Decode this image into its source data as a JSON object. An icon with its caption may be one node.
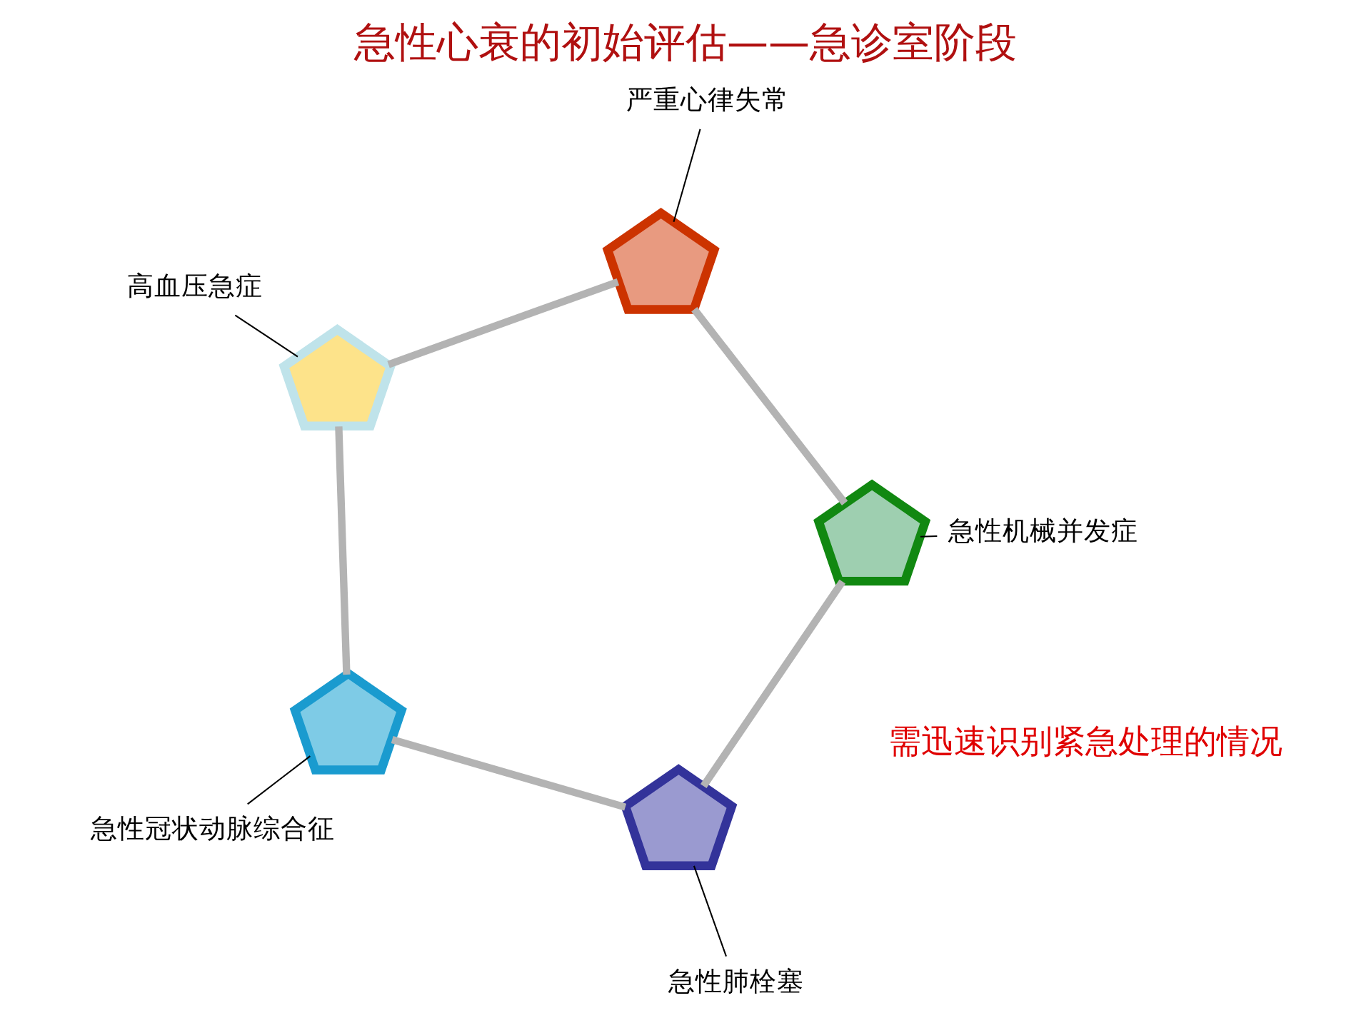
{
  "diagram": {
    "title": "急性心衰的初始评估——急诊室阶段",
    "nodes": [
      {
        "text": [],
        "shape": "pentagon"
      },
      {
        "text": [],
        "shape": "pentagon"
      },
      {
        "text": [],
        "shape": "pentagon"
      },
      {
        "text": [],
        "shape": "pentagon"
      },
      {
        "text": [],
        "shape": "pentagon"
      },
      {
        "text": [
          "急性冠状动脉综合征"
        ]
      },
      {
        "text": [
          "高血压急症"
        ]
      },
      {
        "text": [
          "急性肺栓塞"
        ]
      },
      {
        "text": [
          "严重心律失常"
        ]
      },
      {
        "text": [
          "急性机械并发症"
        ]
      }
    ],
    "edges": [
      {
        "from": 0,
        "to": 2,
        "arrow": "none",
        "style": "thick",
        "color": "#b3b3b3"
      },
      {
        "from": 2,
        "to": 4,
        "arrow": "none",
        "style": "thick",
        "color": "#b3b3b3"
      },
      {
        "from": 4,
        "to": 3,
        "arrow": "none",
        "style": "thick",
        "color": "#b3b3b3"
      },
      {
        "from": 3,
        "to": 1,
        "arrow": "none",
        "style": "thick",
        "color": "#b3b3b3"
      },
      {
        "from": 1,
        "to": 0,
        "arrow": "none",
        "style": "thick",
        "color": "#b3b3b3"
      },
      {
        "from": 5,
        "to": 0,
        "arrow": "none",
        "color": "#000000"
      },
      {
        "from": 6,
        "to": 1,
        "arrow": "none",
        "color": "#000000"
      },
      {
        "from": 7,
        "to": 2,
        "arrow": "none",
        "color": "#000000"
      },
      {
        "from": 8,
        "to": 3,
        "arrow": "none",
        "color": "#000000"
      },
      {
        "from": 9,
        "to": 4,
        "arrow": "none",
        "color": "#000000"
      }
    ],
    "labels": [
      "需迅速识别紧急处理的情况"
    ]
  }
}
